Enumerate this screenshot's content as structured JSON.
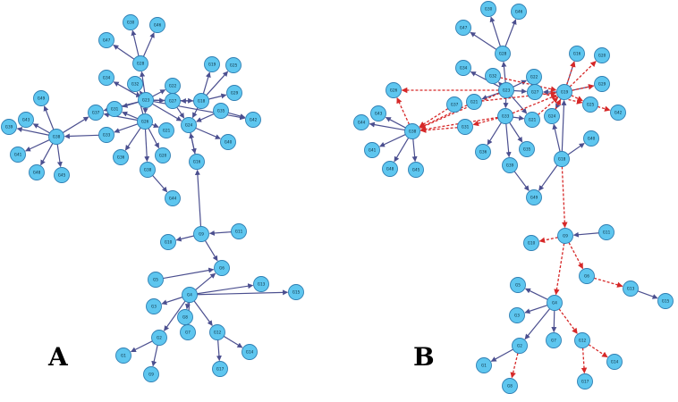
{
  "panels": [
    {
      "label": "A",
      "edge_style": "solid",
      "edge_color": "#4b4f8f",
      "nodes": [
        {
          "id": "G30",
          "p": [
            146,
            25
          ]
        },
        {
          "id": "G46",
          "p": [
            176,
            28
          ]
        },
        {
          "id": "G47",
          "p": [
            119,
            45
          ]
        },
        {
          "id": "G28",
          "p": [
            157,
            71
          ]
        },
        {
          "id": "G19",
          "p": [
            237,
            72
          ]
        },
        {
          "id": "G25",
          "p": [
            261,
            73
          ]
        },
        {
          "id": "G34",
          "p": [
            119,
            87
          ]
        },
        {
          "id": "G32",
          "p": [
            151,
            94
          ]
        },
        {
          "id": "G22",
          "p": [
            193,
            96
          ]
        },
        {
          "id": "G29",
          "p": [
            262,
            104
          ]
        },
        {
          "id": "G23",
          "p": [
            163,
            112
          ]
        },
        {
          "id": "G27",
          "p": [
            193,
            113
          ]
        },
        {
          "id": "G18",
          "p": [
            225,
            113
          ]
        },
        {
          "id": "G49",
          "p": [
            46,
            110
          ]
        },
        {
          "id": "G35",
          "p": [
            247,
            124
          ]
        },
        {
          "id": "G37",
          "p": [
            107,
            126
          ]
        },
        {
          "id": "G31",
          "p": [
            128,
            122
          ]
        },
        {
          "id": "G43",
          "p": [
            29,
            134
          ]
        },
        {
          "id": "G39",
          "p": [
            10,
            142
          ]
        },
        {
          "id": "G26",
          "p": [
            162,
            136
          ]
        },
        {
          "id": "G24",
          "p": [
            211,
            140
          ]
        },
        {
          "id": "G42",
          "p": [
            283,
            134
          ]
        },
        {
          "id": "G33",
          "p": [
            119,
            151
          ]
        },
        {
          "id": "G38",
          "p": [
            63,
            153
          ]
        },
        {
          "id": "G21",
          "p": [
            186,
            146
          ]
        },
        {
          "id": "G40",
          "p": [
            255,
            159
          ]
        },
        {
          "id": "G41",
          "p": [
            20,
            173
          ]
        },
        {
          "id": "G36",
          "p": [
            135,
            176
          ]
        },
        {
          "id": "G20",
          "p": [
            182,
            174
          ]
        },
        {
          "id": "G16",
          "p": [
            220,
            181
          ]
        },
        {
          "id": "G48",
          "p": [
            41,
            193
          ]
        },
        {
          "id": "G45",
          "p": [
            69,
            196
          ]
        },
        {
          "id": "G38b",
          "p": [
            165,
            190
          ]
        },
        {
          "id": "G44",
          "p": [
            193,
            222
          ]
        },
        {
          "id": "G9",
          "p": [
            225,
            262
          ]
        },
        {
          "id": "G11",
          "p": [
            267,
            259
          ]
        },
        {
          "id": "G10",
          "p": [
            188,
            271
          ]
        },
        {
          "id": "G6",
          "p": [
            248,
            300
          ]
        },
        {
          "id": "G5",
          "p": [
            174,
            313
          ]
        },
        {
          "id": "G13",
          "p": [
            292,
            318
          ]
        },
        {
          "id": "G15",
          "p": [
            331,
            327
          ]
        },
        {
          "id": "G4",
          "p": [
            212,
            330
          ]
        },
        {
          "id": "G3",
          "p": [
            172,
            343
          ]
        },
        {
          "id": "G8",
          "p": [
            207,
            355
          ]
        },
        {
          "id": "G7",
          "p": [
            210,
            372
          ]
        },
        {
          "id": "G12",
          "p": [
            243,
            372
          ]
        },
        {
          "id": "G2",
          "p": [
            178,
            378
          ]
        },
        {
          "id": "G1",
          "p": [
            138,
            398
          ]
        },
        {
          "id": "G14",
          "p": [
            279,
            394
          ]
        },
        {
          "id": "G17",
          "p": [
            246,
            413
          ]
        },
        {
          "id": "G9b",
          "p": [
            169,
            419
          ]
        }
      ],
      "edges": [
        [
          3,
          0
        ],
        [
          3,
          1
        ],
        [
          3,
          2
        ],
        [
          10,
          3
        ],
        [
          10,
          6
        ],
        [
          10,
          7
        ],
        [
          10,
          8
        ],
        [
          10,
          11
        ],
        [
          10,
          12
        ],
        [
          10,
          15
        ],
        [
          10,
          16
        ],
        [
          10,
          19
        ],
        [
          10,
          20
        ],
        [
          10,
          21
        ],
        [
          12,
          4
        ],
        [
          12,
          5
        ],
        [
          12,
          9
        ],
        [
          12,
          11
        ],
        [
          12,
          20
        ],
        [
          11,
          8
        ],
        [
          11,
          20
        ],
        [
          19,
          16
        ],
        [
          19,
          7
        ],
        [
          19,
          24
        ],
        [
          19,
          27
        ],
        [
          19,
          28
        ],
        [
          19,
          32
        ],
        [
          19,
          22
        ],
        [
          19,
          15
        ],
        [
          20,
          29
        ],
        [
          20,
          25
        ],
        [
          14,
          20
        ],
        [
          14,
          21
        ],
        [
          32,
          33
        ],
        [
          23,
          13
        ],
        [
          23,
          17
        ],
        [
          23,
          18
        ],
        [
          23,
          26
        ],
        [
          23,
          30
        ],
        [
          23,
          31
        ],
        [
          23,
          15
        ],
        [
          22,
          23
        ],
        [
          29,
          20
        ],
        [
          34,
          29
        ],
        [
          35,
          34
        ],
        [
          34,
          36
        ],
        [
          34,
          37
        ],
        [
          38,
          37
        ],
        [
          41,
          39
        ],
        [
          41,
          40
        ],
        [
          41,
          42
        ],
        [
          41,
          44
        ],
        [
          41,
          45
        ],
        [
          41,
          43
        ],
        [
          41,
          37
        ],
        [
          41,
          46
        ],
        [
          46,
          47
        ],
        [
          46,
          50
        ],
        [
          45,
          48
        ],
        [
          45,
          49
        ]
      ]
    },
    {
      "label": "B",
      "edge_style": "mixed",
      "edge_color": "#4b4f8f",
      "dashed_color": "#d62828",
      "nodes": [
        {
          "id": "G30",
          "p": [
            546,
            10
          ]
        },
        {
          "id": "G46",
          "p": [
            580,
            13
          ]
        },
        {
          "id": "G47",
          "p": [
            518,
            31
          ]
        },
        {
          "id": "G28",
          "p": [
            562,
            60
          ]
        },
        {
          "id": "G16",
          "p": [
            645,
            60
          ]
        },
        {
          "id": "G20",
          "p": [
            673,
            62
          ]
        },
        {
          "id": "G34",
          "p": [
            518,
            76
          ]
        },
        {
          "id": "G32",
          "p": [
            551,
            85
          ]
        },
        {
          "id": "G22",
          "p": [
            597,
            86
          ]
        },
        {
          "id": "G29",
          "p": [
            673,
            94
          ]
        },
        {
          "id": "G23",
          "p": [
            566,
            101
          ]
        },
        {
          "id": "G27",
          "p": [
            598,
            103
          ]
        },
        {
          "id": "G19",
          "p": [
            631,
            103
          ]
        },
        {
          "id": "G26",
          "p": [
            440,
            101
          ]
        },
        {
          "id": "G21",
          "p": [
            530,
            114
          ]
        },
        {
          "id": "G37",
          "p": [
            508,
            117
          ]
        },
        {
          "id": "G25",
          "p": [
            660,
            117
          ]
        },
        {
          "id": "G42",
          "p": [
            691,
            126
          ]
        },
        {
          "id": "G43",
          "p": [
            423,
            127
          ]
        },
        {
          "id": "G44",
          "p": [
            404,
            137
          ]
        },
        {
          "id": "G33",
          "p": [
            565,
            130
          ]
        },
        {
          "id": "G24",
          "p": [
            617,
            130
          ]
        },
        {
          "id": "G38",
          "p": [
            461,
            147
          ]
        },
        {
          "id": "G31",
          "p": [
            520,
            142
          ]
        },
        {
          "id": "G21b",
          "p": [
            595,
            134
          ]
        },
        {
          "id": "G40",
          "p": [
            661,
            155
          ]
        },
        {
          "id": "G41",
          "p": [
            416,
            168
          ]
        },
        {
          "id": "G36",
          "p": [
            540,
            170
          ]
        },
        {
          "id": "G35",
          "p": [
            589,
            167
          ]
        },
        {
          "id": "G18",
          "p": [
            628,
            178
          ]
        },
        {
          "id": "G48",
          "p": [
            436,
            189
          ]
        },
        {
          "id": "G45",
          "p": [
            465,
            190
          ]
        },
        {
          "id": "G39",
          "p": [
            570,
            185
          ]
        },
        {
          "id": "G49",
          "p": [
            597,
            221
          ]
        },
        {
          "id": "G9",
          "p": [
            632,
            264
          ]
        },
        {
          "id": "G11",
          "p": [
            678,
            260
          ]
        },
        {
          "id": "G10",
          "p": [
            594,
            272
          ]
        },
        {
          "id": "G6",
          "p": [
            656,
            309
          ]
        },
        {
          "id": "G13",
          "p": [
            705,
            323
          ]
        },
        {
          "id": "G15",
          "p": [
            744,
            337
          ]
        },
        {
          "id": "G5",
          "p": [
            579,
            319
          ]
        },
        {
          "id": "G4",
          "p": [
            620,
            339
          ]
        },
        {
          "id": "G3",
          "p": [
            578,
            353
          ]
        },
        {
          "id": "G7",
          "p": [
            619,
            381
          ]
        },
        {
          "id": "G12",
          "p": [
            651,
            381
          ]
        },
        {
          "id": "G2",
          "p": [
            581,
            387
          ]
        },
        {
          "id": "G1",
          "p": [
            541,
            409
          ]
        },
        {
          "id": "G14",
          "p": [
            687,
            405
          ]
        },
        {
          "id": "G17",
          "p": [
            654,
            427
          ]
        },
        {
          "id": "G8",
          "p": [
            570,
            432
          ]
        }
      ],
      "edges": [
        [
          3,
          0
        ],
        [
          3,
          1
        ],
        [
          3,
          2
        ],
        [
          10,
          3
        ],
        [
          10,
          6
        ],
        [
          10,
          7
        ],
        [
          10,
          8
        ],
        [
          10,
          11
        ],
        [
          10,
          14
        ],
        [
          10,
          20
        ],
        [
          10,
          24
        ],
        [
          12,
          11
        ],
        [
          12,
          4
        ],
        [
          12,
          9
        ],
        [
          12,
          21
        ],
        [
          20,
          27
        ],
        [
          20,
          28
        ],
        [
          20,
          32
        ],
        [
          20,
          24
        ],
        [
          22,
          18
        ],
        [
          22,
          19
        ],
        [
          22,
          26
        ],
        [
          22,
          30
        ],
        [
          22,
          31
        ],
        [
          32,
          33
        ],
        [
          29,
          12
        ],
        [
          29,
          21
        ],
        [
          29,
          33
        ],
        [
          29,
          25
        ],
        [
          35,
          34
        ],
        [
          41,
          40
        ],
        [
          41,
          42
        ],
        [
          41,
          43
        ],
        [
          41,
          45
        ],
        [
          45,
          46
        ],
        [
          38,
          39
        ]
      ],
      "dashed_edges": [
        [
          12,
          4
        ],
        [
          12,
          5
        ],
        [
          12,
          9
        ],
        [
          12,
          16
        ],
        [
          16,
          17
        ],
        [
          10,
          13
        ],
        [
          20,
          22
        ],
        [
          23,
          22
        ],
        [
          15,
          22
        ],
        [
          14,
          22
        ],
        [
          10,
          22
        ],
        [
          22,
          13
        ],
        [
          29,
          34
        ],
        [
          34,
          36
        ],
        [
          34,
          37
        ],
        [
          37,
          38
        ],
        [
          34,
          41
        ],
        [
          41,
          44
        ],
        [
          44,
          47
        ],
        [
          44,
          48
        ],
        [
          45,
          49
        ],
        [
          20,
          12
        ],
        [
          24,
          12
        ],
        [
          21,
          12
        ],
        [
          7,
          12
        ],
        [
          11,
          16
        ],
        [
          14,
          12
        ],
        [
          20,
          23
        ]
      ]
    }
  ]
}
